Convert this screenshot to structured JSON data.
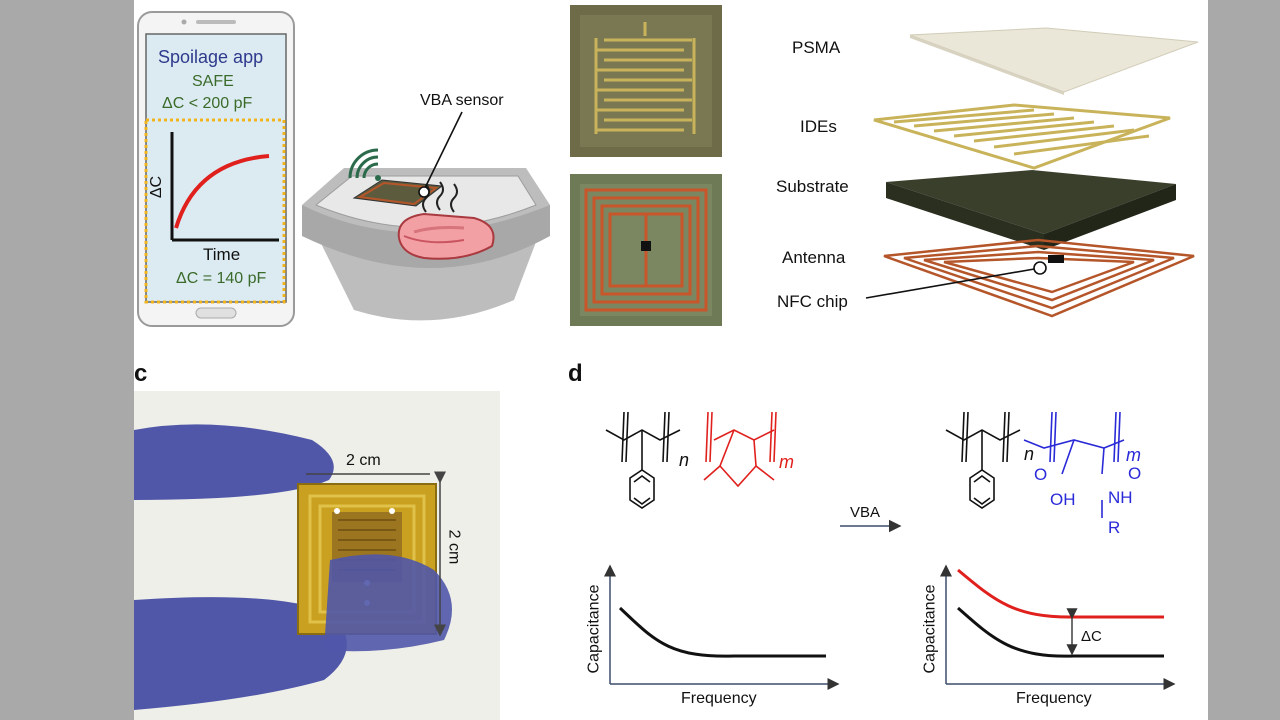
{
  "panel_a": {
    "phone_app_title": "Spoilage app",
    "status": "SAFE",
    "threshold": "ΔC < 200 pF",
    "graph_ylabel": "ΔC",
    "graph_xlabel": "Time",
    "reading": "ΔC = 140 pF",
    "sensor_label": "VBA sensor"
  },
  "panel_b": {
    "layer_labels": [
      "PSMA",
      "IDEs",
      "Substrate",
      "Antenna",
      "NFC chip"
    ]
  },
  "panel_c": {
    "letter": "c",
    "width_label": "2 cm",
    "height_label": "2 cm"
  },
  "panel_d": {
    "letter": "d",
    "reaction_label": "VBA",
    "left_subscripts": [
      "n",
      "m"
    ],
    "right_subscripts": [
      "n",
      "m"
    ],
    "right_groups": [
      "O",
      "OH",
      "O",
      "NH",
      "R"
    ],
    "left_graph": {
      "xlabel": "Frequency",
      "ylabel": "Capacitance"
    },
    "right_graph": {
      "xlabel": "Frequency",
      "ylabel": "Capacitance",
      "delta_label": "ΔC"
    }
  },
  "colors": {
    "red_polymer": "#e0201d",
    "blue_polymer": "#2a2ad8",
    "app_text": "#2e3a8c",
    "app_green": "#3b6b2a",
    "screen_bg": "#dcebf2",
    "dotted_border": "#f2b41c",
    "antenna": "#b5552a",
    "substrate": "#3a3f2c",
    "ide": "#c9b35a",
    "glove": "#5057a8"
  }
}
